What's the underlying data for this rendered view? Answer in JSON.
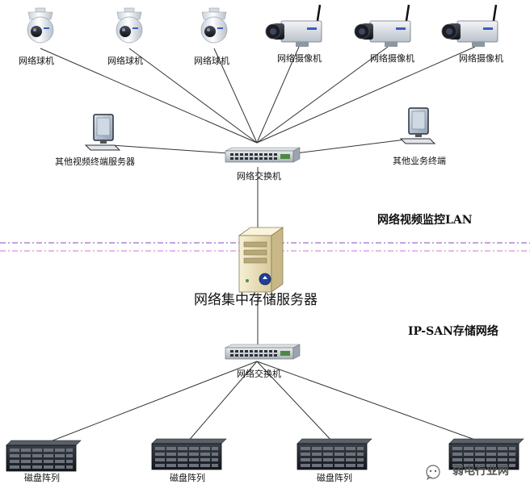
{
  "cameras": {
    "dome_label": "网络球机",
    "box_label": "网络摄像机"
  },
  "lan": {
    "switch_label": "网络交换机",
    "terminal_left_label": "其他视频终端服务器",
    "terminal_right_label": "其他业务终端",
    "section_title": "网络视频监控LAN"
  },
  "server": {
    "label": "网络集中存储服务器"
  },
  "san": {
    "section_title": "IP-SAN存储网络",
    "switch_label": "网络交换机",
    "disk_label": "磁盘阵列"
  },
  "watermark": {
    "text": "弱电行业网"
  },
  "colors": {
    "lan_boundary": "#9b6fc4",
    "san_boundary": "#d98fd9",
    "link": "#333333"
  }
}
